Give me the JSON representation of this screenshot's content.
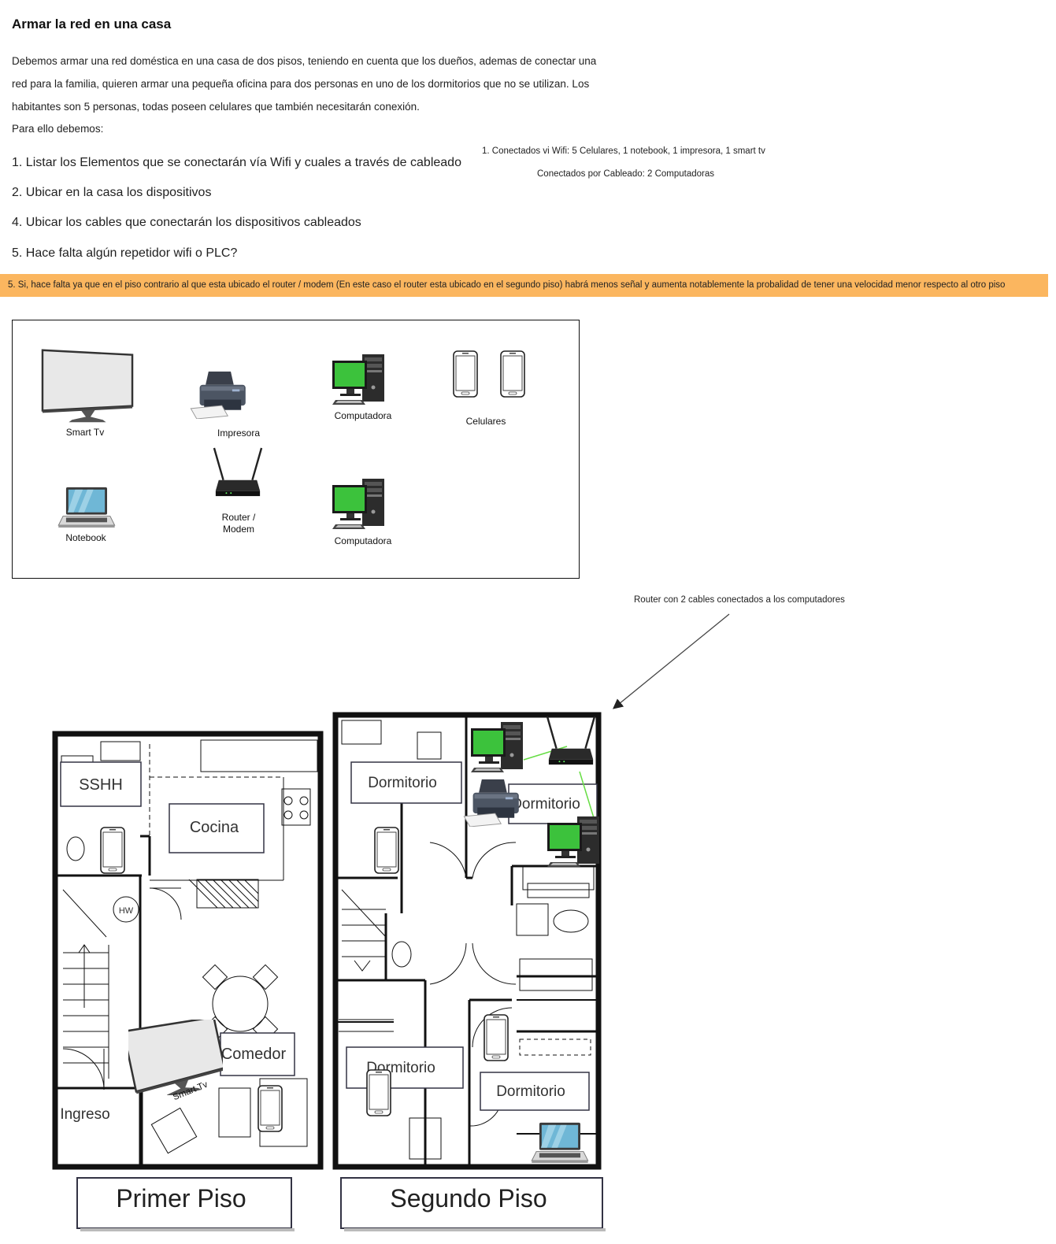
{
  "title": "Armar la red en una casa",
  "intro": [
    "Debemos armar una red doméstica en una casa de dos pisos, teniendo en cuenta que los dueños, ademas de conectar una",
    "red para la familia, quieren armar una pequeña oficina para dos personas en uno de los dormitorios que no se utilizan. Los",
    "habitantes son 5 personas, todas poseen celulares que también necesitarán conexión.",
    "Para ello debemos:"
  ],
  "tasks": [
    "1. Listar los Elementos que se conectarán vía Wifi y cuales a través de cableado",
    "2. Ubicar en la casa los dispositivos",
    "4. Ubicar los cables que conectarán los dispositivos cableados",
    "5. Hace falta algún repetidor wifi o PLC?"
  ],
  "answer1": {
    "wifi": "1. Conectados vi Wifi:  5 Celulares, 1 notebook, 1 impresora, 1 smart tv",
    "cable": "Conectados por Cableado: 2 Computadoras"
  },
  "answer5": "5. Si, hace falta ya que en el piso contrario al que esta ubicado el router / modem (En este caso el router esta ubicado en el segundo piso) habrá menos señal y aumenta notablemente la probalidad de tener una velocidad menor respecto al otro piso",
  "legend": {
    "smart_tv": "Smart Tv",
    "printer": "Impresora",
    "computer_1": "Computadora",
    "phones": "Celulares",
    "notebook": "Notebook",
    "router": "Router / Modem",
    "computer_2": "Computadora"
  },
  "annotation": "Router con 2 cables conectados a los computadores",
  "floorplan": {
    "rooms": {
      "sshh": "SSHH",
      "cocina": "Cocina",
      "comedor": "Comedor",
      "ingreso": "Ingreso",
      "dormitorio_1": "Dormitorio",
      "dormitorio_2": "Dormitorio",
      "dormitorio_3": "Dormitorio",
      "dormitorio_4": "Dormitorio",
      "hw": "HW"
    },
    "tv_label": "Smart Tv",
    "floor1": "Primer Piso",
    "floor2": "Segundo Piso"
  },
  "colors": {
    "banner": "#fbb65f",
    "screen_green": "#3cc23c",
    "cable_green": "#66dd44",
    "notebook_screen": "#6fb7d6"
  }
}
